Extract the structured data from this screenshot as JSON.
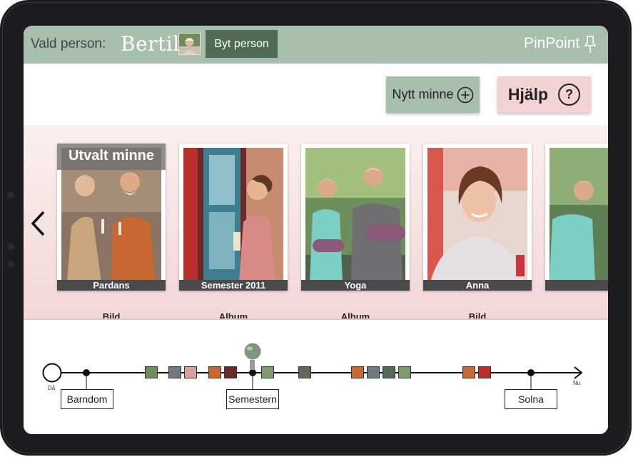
{
  "header": {
    "selected_label": "Vald person:",
    "person_name": "Bertil",
    "change_person_label": "Byt person",
    "brand": "PinPoint",
    "avatar_icon": "person-photo-icon",
    "pin_icon": "pin-icon"
  },
  "actions": {
    "new_memory_label": "Nytt minne",
    "help_label": "Hjälp",
    "help_symbol": "?"
  },
  "carousel": {
    "featured_banner": "Utvalt minne",
    "cards": [
      {
        "caption": "Pardans",
        "type": "Bild"
      },
      {
        "caption": "Semester 2011",
        "type": "Album"
      },
      {
        "caption": "Yoga",
        "type": "Album"
      },
      {
        "caption": "Anna",
        "type": "Bild"
      },
      {
        "caption": "",
        "type": ""
      }
    ]
  },
  "timeline": {
    "start_label": "Då",
    "end_label": "Nu",
    "markers": [
      {
        "label": "Barndom"
      },
      {
        "label": "Semestern"
      },
      {
        "label": "Solna"
      }
    ]
  },
  "colors": {
    "header_bg": "#a9bfad",
    "button_dark_green": "#4f6b55",
    "help_pink": "#f2d2d3",
    "carousel_pink": "#f3d6d8"
  }
}
